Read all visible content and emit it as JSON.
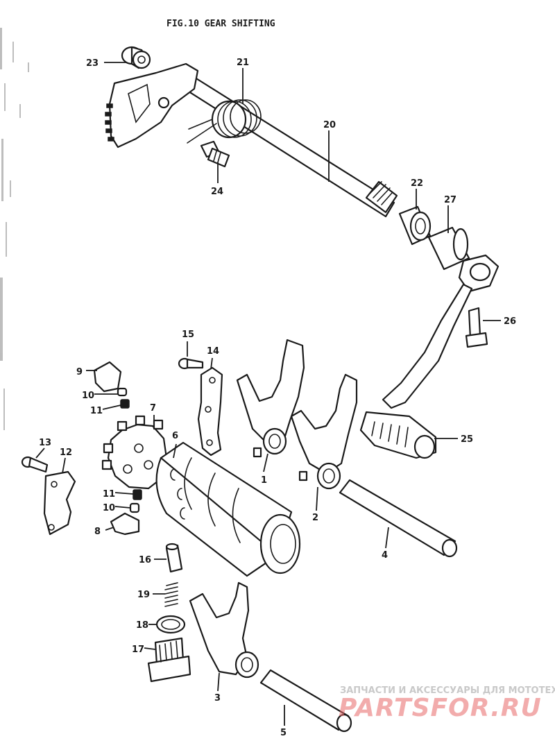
{
  "figure": {
    "title": "FIG.10  GEAR SHIFTING"
  },
  "callouts": {
    "c1": "1",
    "c2": "2",
    "c3": "3",
    "c4": "4",
    "c5": "5",
    "c6": "6",
    "c7": "7",
    "c8": "8",
    "c9": "9",
    "c10a": "10",
    "c10b": "10",
    "c11a": "11",
    "c11b": "11",
    "c12": "12",
    "c13": "13",
    "c14": "14",
    "c15": "15",
    "c16": "16",
    "c17": "17",
    "c18": "18",
    "c19": "19",
    "c20": "20",
    "c21": "21",
    "c22": "22",
    "c23": "23",
    "c24": "24",
    "c25": "25",
    "c26": "26",
    "c27": "27"
  },
  "watermark": {
    "tagline": "ЗАПЧАСТИ И АКСЕССУАРЫ ДЛЯ МОТОТЕХНИКИ",
    "brand": "PARTSFOR.RU"
  },
  "colors": {
    "ink": "#1a1a1a",
    "watermark_red": "#e86a6a",
    "watermark_gray": "#c9c9c9"
  }
}
